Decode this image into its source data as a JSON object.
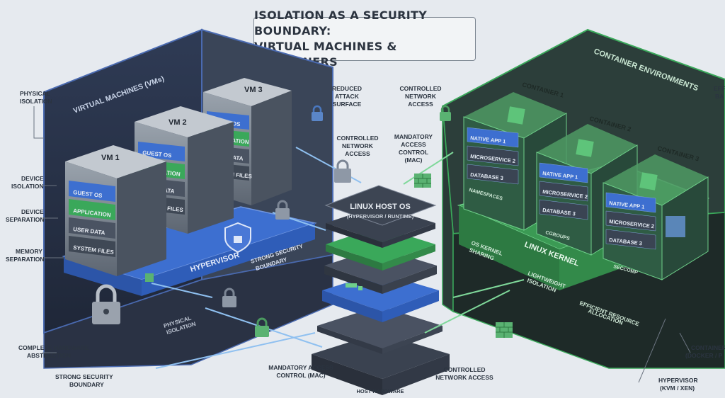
{
  "title": {
    "line1": "ISOLATION AS A SECURITY BOUNDARY:",
    "line2": "VIRTUAL MACHINES & CONTAINERS"
  },
  "vm_side": {
    "heading": "VIRTUAL MACHINES (VMs)",
    "vms": [
      {
        "name": "VM 1",
        "layers": [
          "GUEST OS",
          "APPLICATION",
          "USER DATA",
          "SYSTEM FILES"
        ]
      },
      {
        "name": "VM 2",
        "layers": [
          "GUEST OS",
          "APPLICATION",
          "USER DATA",
          "SYSTEM FILES"
        ]
      },
      {
        "name": "VM 3",
        "layers": [
          "GUEST OS",
          "APPLICATION",
          "USER DATA",
          "SYSTEM FILES"
        ]
      }
    ],
    "hypervisor": "HYPERVISOR",
    "strong_boundary": [
      "STRONG SECURITY",
      "BOUNDARY"
    ],
    "physical_isolation": [
      "PHYSICAL",
      "ISOLATION"
    ],
    "left_labels": {
      "physical_isolation": [
        "PHYSICAL",
        "ISOLATION"
      ],
      "device_isolation": [
        "DEVICE",
        "ISOLATION"
      ],
      "device_separation": [
        "DEVICE",
        "SEPARATION"
      ],
      "memory_separation": [
        "MEMORY",
        "SEPARATION"
      ],
      "complete_hw": [
        "COMPLETE HARDWARE",
        "ABSTRACTION"
      ],
      "strong_security": [
        "STRONG SECURITY",
        "BOUNDARY"
      ]
    }
  },
  "center": {
    "host_os": [
      "LINUX HOST OS",
      "(HYPERVISOR / RUNTIME)"
    ],
    "host_hardware": "HOST HARDWARE",
    "reduced_attack": [
      "REDUCED",
      "ATTACK",
      "SURFACE"
    ],
    "controlled_network_1": [
      "CONTROLLED",
      "NETWORK",
      "ACCESS"
    ],
    "controlled_network_top": [
      "CONTROLLED",
      "NETWORK",
      "ACCESS"
    ],
    "mac_top": [
      "MANDATORY",
      "ACCESS",
      "CONTROL",
      "(MAC)"
    ],
    "mac_bottom": [
      "MANDATORY ACCESS",
      "CONTROL (MAC)"
    ],
    "controlled_network_bottom": [
      "CONTROLLED",
      "NETWORK ACCESS"
    ]
  },
  "container_side": {
    "heading": "CONTAINER ENVIRONMENTS",
    "containers": [
      {
        "name": "CONTAINER 1",
        "layers": [
          "NATIVE APP 1",
          "MICROSERVICE 2",
          "DATABASE 3"
        ]
      },
      {
        "name": "CONTAINER 2",
        "layers": [
          "NATIVE APP 1",
          "MICROSERVICE 2",
          "DATABASE 3"
        ]
      },
      {
        "name": "CONTAINER 3",
        "layers": [
          "NATIVE APP 1",
          "MICROSERVICE 2",
          "DATABASE 3"
        ]
      }
    ],
    "namespaces": "NAMESPACES",
    "cgroups": "CGROUPS",
    "seccomp": "SECCOMP",
    "linux_kernel": "LINUX KERNEL",
    "os_kernel_sharing": [
      "OS KERNEL",
      "SHARING"
    ],
    "lightweight": [
      "LIGHTWEIGHT",
      "ISOLATION"
    ],
    "efficient": [
      "EFFICIENT RESOURCE",
      "ALLOCATION"
    ],
    "right_labels": {
      "effi": [
        "EFFI",
        "BA"
      ],
      "container_runtime": [
        "CONTAINER",
        "(DOCKER / P"
      ],
      "hypervisor_kvm": [
        "HYPERVISOR",
        "(KVM / XEN)"
      ]
    }
  },
  "colors": {
    "vm_accent": "#3b6fd0",
    "container_accent": "#3aa85a",
    "dark_panel": "#2a3346"
  }
}
